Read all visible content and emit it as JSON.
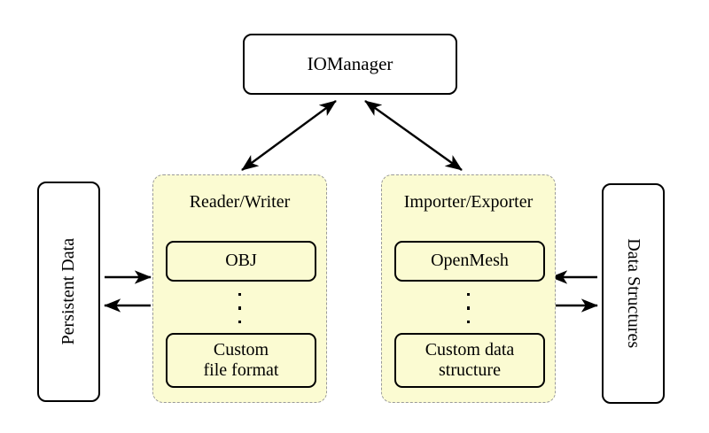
{
  "diagram": {
    "title_node": {
      "label": "IOManager"
    },
    "left_store": {
      "label": "Persistent Data"
    },
    "right_store": {
      "label": "Data Structures"
    },
    "panels": [
      {
        "id": "reader-writer",
        "title": "Reader/Writer",
        "top_item": "OBJ",
        "ellipsis": "⋮",
        "bottom_item_line1": "Custom",
        "bottom_item_line2": "file format"
      },
      {
        "id": "importer-exporter",
        "title": "Importer/Exporter",
        "top_item": "OpenMesh",
        "ellipsis": "⋮",
        "bottom_item_line1": "Custom data",
        "bottom_item_line2": "structure"
      }
    ],
    "connections": [
      {
        "name": "manager-to-reader-writer",
        "from": "IOManager",
        "to": "Reader/Writer",
        "style": "double-headed"
      },
      {
        "name": "manager-to-importer-exporter",
        "from": "IOManager",
        "to": "Importer/Exporter",
        "style": "double-headed"
      },
      {
        "name": "persistent-data-to-reader-writer",
        "from": "Persistent Data",
        "to": "Reader/Writer",
        "style": "single-headed"
      },
      {
        "name": "reader-writer-to-persistent-data",
        "from": "Reader/Writer",
        "to": "Persistent Data",
        "style": "single-headed"
      },
      {
        "name": "data-structures-to-importer-exporter",
        "from": "Data Structures",
        "to": "Importer/Exporter",
        "style": "single-headed"
      },
      {
        "name": "importer-exporter-to-data-structures",
        "from": "Importer/Exporter",
        "to": "Data Structures",
        "style": "single-headed"
      }
    ],
    "colors": {
      "panel_fill": "#fbfbd2",
      "panel_border": "#9a9a9a",
      "node_border": "#000000",
      "background": "#ffffff"
    }
  }
}
